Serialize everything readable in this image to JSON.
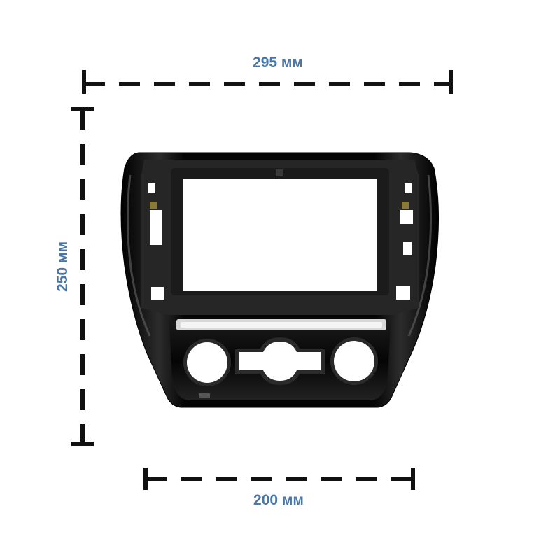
{
  "dimensions": {
    "top_width": "295 мм",
    "height": "250 мм",
    "bottom_width": "200 мм"
  },
  "colors": {
    "label": "#4a77a8",
    "dimension_line": "#111111",
    "frame": "#0b0b0b",
    "inner_plastic": "#2a2a2a",
    "background": "#ffffff"
  },
  "product": {
    "subject": "black-glossy-radio-fascia-frame"
  }
}
